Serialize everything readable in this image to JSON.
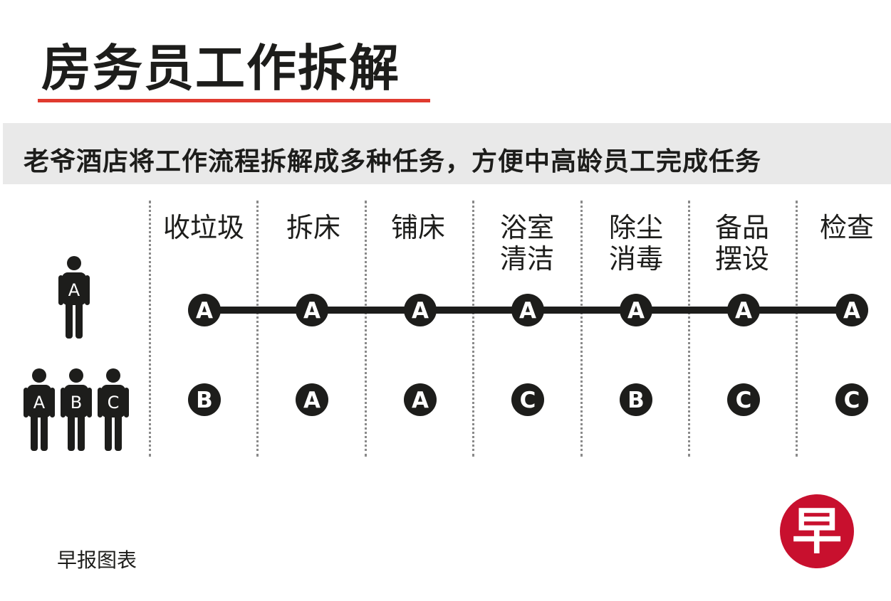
{
  "title": "房务员工作拆解",
  "subtitle": "老爷酒店将工作流程拆解成多种任务，方便中高龄员工完成任务",
  "tasks": [
    {
      "line1": "收垃圾",
      "line2": ""
    },
    {
      "line1": "拆床",
      "line2": ""
    },
    {
      "line1": "铺床",
      "line2": ""
    },
    {
      "line1": "浴室",
      "line2": "清洁"
    },
    {
      "line1": "除尘",
      "line2": "消毒"
    },
    {
      "line1": "备品",
      "line2": "摆设"
    },
    {
      "line1": "检查",
      "line2": ""
    }
  ],
  "single_worker": {
    "label": "A",
    "assignments": [
      "A",
      "A",
      "A",
      "A",
      "A",
      "A",
      "A"
    ]
  },
  "team_workers": {
    "labels": [
      "A",
      "B",
      "C"
    ],
    "assignments": [
      "B",
      "A",
      "A",
      "C",
      "B",
      "C",
      "C"
    ]
  },
  "footer": "早报图表",
  "logo_text": "早",
  "colors": {
    "accent_red": "#e03a2f",
    "dark": "#1d1d1b",
    "band_gray": "#e9e9e9",
    "logo_red": "#c8102e"
  }
}
